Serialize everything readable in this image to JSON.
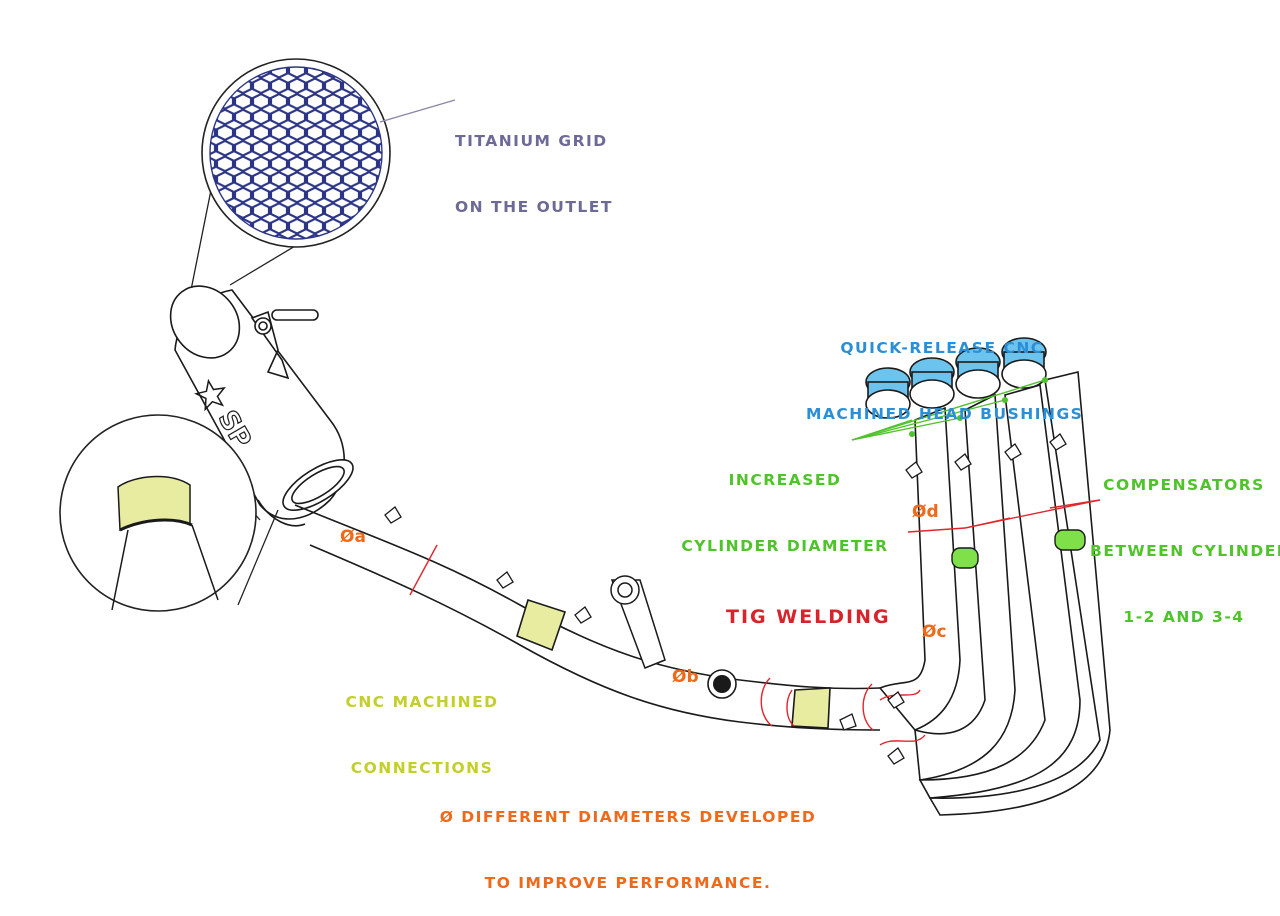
{
  "colors": {
    "outline": "#1a1a1a",
    "grid": "#2c3585",
    "titanium_label": "#6e6a98",
    "cnc_head_label": "#2a8fd6",
    "cnc_head_fill": "#6cc4ee",
    "green_label": "#4fc42a",
    "green_fill": "#7fe04a",
    "cnc_connection_label": "#c2cf2c",
    "cnc_connection_fill": "#e7eca0",
    "tig_label": "#d8232a",
    "weld_line": "#e0262c",
    "diameter_label": "#ee6a1a"
  },
  "callouts": {
    "titanium_grid": [
      "TITANIUM GRID",
      "ON THE OUTLET"
    ],
    "quick_release": [
      "QUICK-RELEASE CNC",
      "MACHINED HEAD BUSHINGS"
    ],
    "increased_cylinder": [
      "INCREASED",
      "CYLINDER DIAMETER"
    ],
    "compensators": [
      "COMPENSATORS",
      "BETWEEN CYLINDER",
      "1-2 AND 3-4"
    ],
    "cnc_connections": [
      "CNC MACHINED",
      "CONNECTIONS"
    ],
    "tig_welding": "TIG WELDING",
    "different_diameters": [
      "Ø DIFFERENT DIAMETERS DEVELOPED",
      "TO IMPROVE PERFORMANCE."
    ]
  },
  "diameter_marks": {
    "a": "Øa",
    "b": "Øb",
    "c": "Øc",
    "d": "Ød"
  },
  "brand_mark": "SPARK"
}
